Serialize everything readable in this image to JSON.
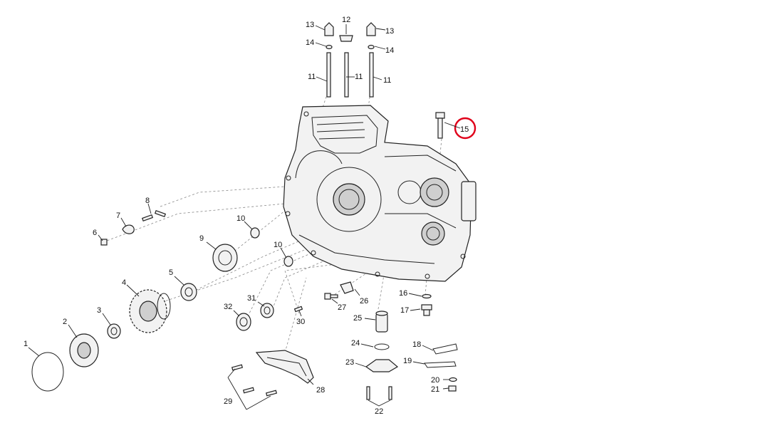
{
  "diagram": {
    "highlight_color": "#e0001a",
    "highlighted_callout": "15",
    "callouts": {
      "c1": "1",
      "c2": "2",
      "c3": "3",
      "c4": "4",
      "c5": "5",
      "c6": "6",
      "c7": "7",
      "c8": "8",
      "c9": "9",
      "c10a": "10",
      "c10b": "10",
      "c11a": "11",
      "c11b": "11",
      "c11c": "11",
      "c12": "12",
      "c13a": "13",
      "c13b": "13",
      "c14a": "14",
      "c14b": "14",
      "c15": "15",
      "c16": "16",
      "c17": "17",
      "c18": "18",
      "c19": "19",
      "c20": "20",
      "c21": "21",
      "c22": "22",
      "c23": "23",
      "c24": "24",
      "c25": "25",
      "c26": "26",
      "c27": "27",
      "c28": "28",
      "c29": "29",
      "c30": "30",
      "c31": "31",
      "c32": "32"
    }
  }
}
